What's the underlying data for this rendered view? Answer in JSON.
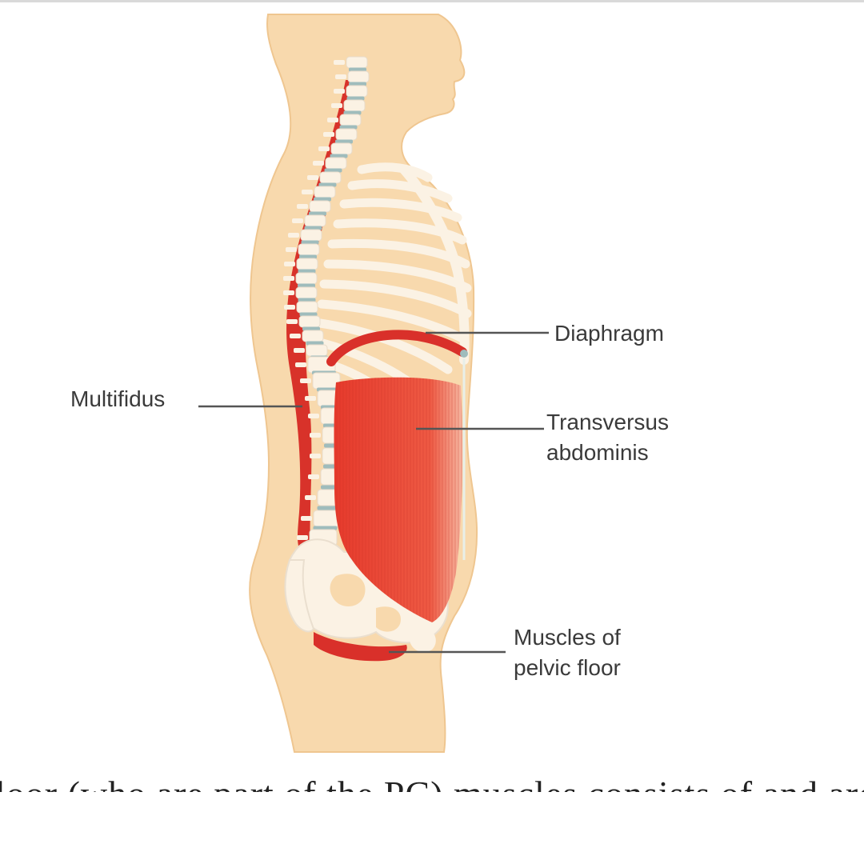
{
  "labels": {
    "multifidus": "Multifidus",
    "diaphragm": "Diaphragm",
    "transversus_line1": "Transversus",
    "transversus_line2": "abdominis",
    "pelvic_line1": "Muscles of",
    "pelvic_line2": "pelvic floor"
  },
  "caption_fragment": "loor (who are part of the PC) muscles consists of and around",
  "colors": {
    "skin": "#f8d9ad",
    "skin_edge": "#efc690",
    "bone": "#fbf2e4",
    "disc": "#9fbcbc",
    "muscle": "#e2392c",
    "muscle_dark": "#c62a22",
    "leader_line": "#555555"
  }
}
